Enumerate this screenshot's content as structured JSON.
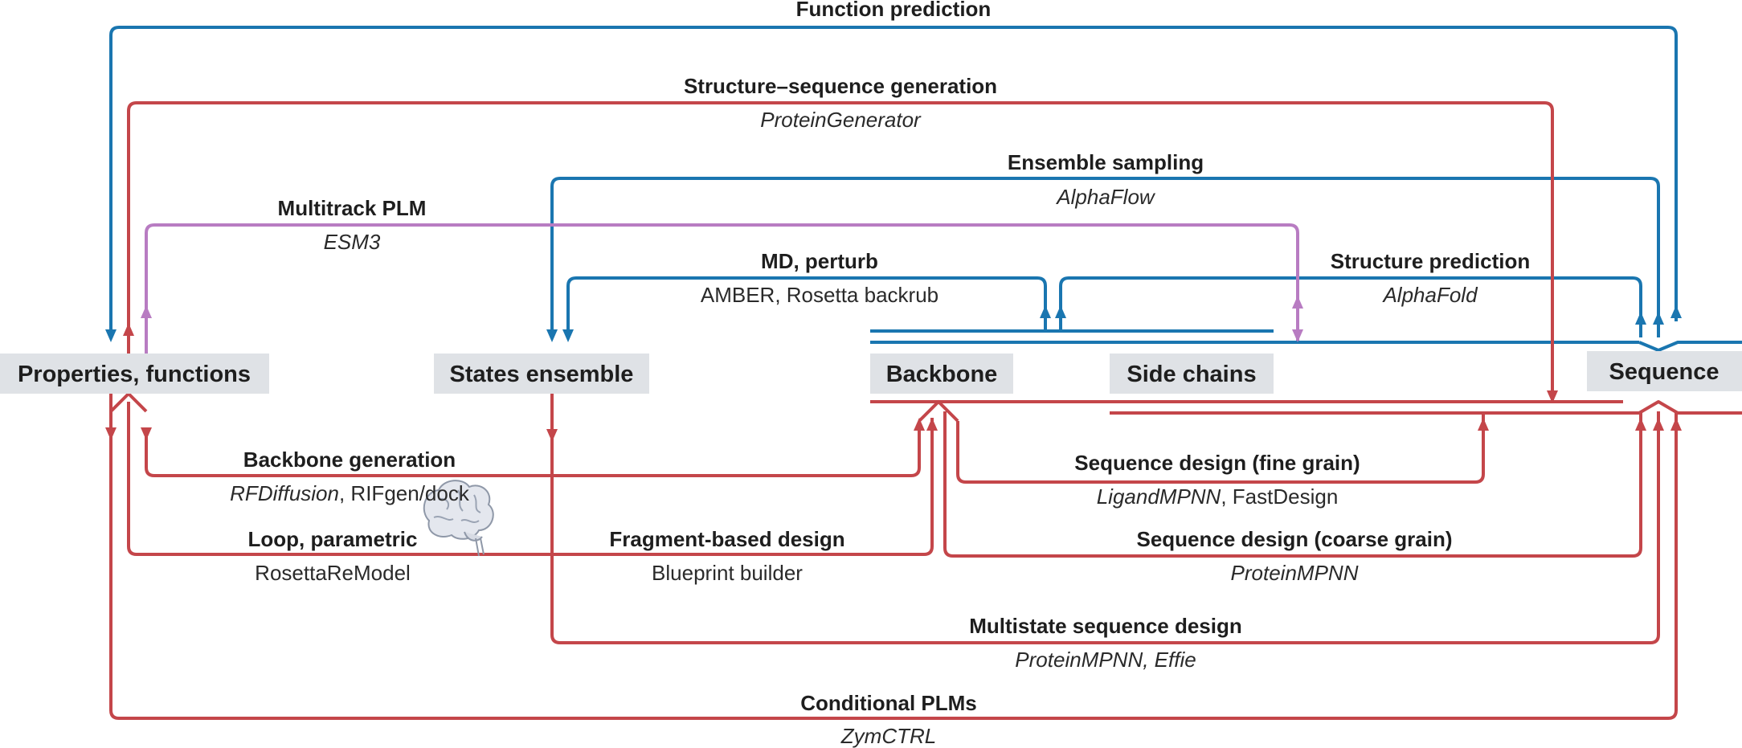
{
  "colors": {
    "blue": "#1a76b0",
    "red": "#c4464a",
    "purple": "#b87cc2",
    "node_fill": "#dfe2e6"
  },
  "icons": [
    "brain-icon"
  ],
  "nodes": {
    "properties": "Properties, functions",
    "states": "States ensemble",
    "backbone": "Backbone",
    "sidechains": "Side chains",
    "sequence": "Sequence"
  },
  "edges": {
    "function_prediction": {
      "title": "Function prediction"
    },
    "structure_sequence": {
      "title": "Structure–sequence generation",
      "tool": "ProteinGenerator"
    },
    "ensemble_sampling": {
      "title": "Ensemble sampling",
      "tool": "AlphaFlow"
    },
    "multitrack_plm": {
      "title": "Multitrack PLM",
      "tool": "ESM3"
    },
    "md_perturb": {
      "title": "MD, perturb",
      "tool": "AMBER, Rosetta backrub"
    },
    "structure_prediction": {
      "title": "Structure prediction",
      "tool": "AlphaFold"
    },
    "backbone_generation": {
      "title": "Backbone generation",
      "tool_italic": "RFDiffusion",
      "tool_rest": ", RIFgen/dock"
    },
    "sequence_design_fine": {
      "title": "Sequence design (fine grain)",
      "tool_italic": "LigandMPNN",
      "tool_rest": ", FastDesign"
    },
    "loop_parametric": {
      "title": "Loop, parametric",
      "tool": "RosettaReModel"
    },
    "fragment_based": {
      "title": "Fragment-based design",
      "tool": "Blueprint builder"
    },
    "sequence_design_coarse": {
      "title": "Sequence design (coarse grain)",
      "tool": "ProteinMPNN"
    },
    "multistate": {
      "title": "Multistate sequence design",
      "tool": "ProteinMPNN, Effie"
    },
    "conditional_plms": {
      "title": "Conditional PLMs",
      "tool": "ZymCTRL"
    }
  }
}
